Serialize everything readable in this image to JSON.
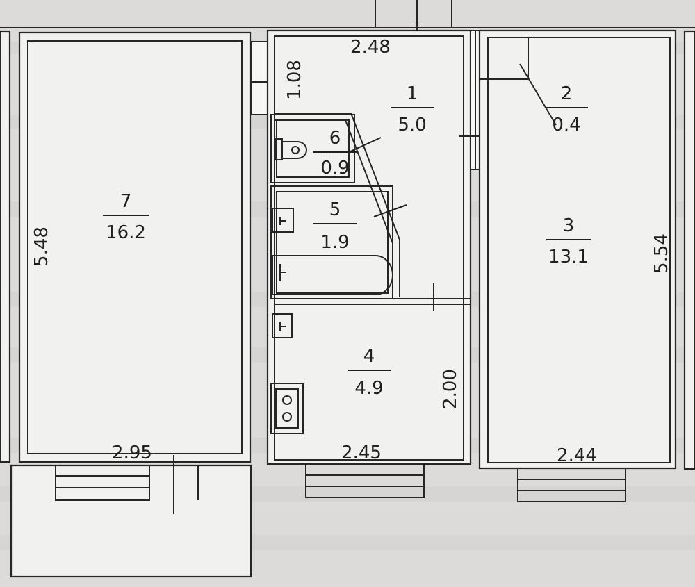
{
  "rooms": [
    {
      "id": "1",
      "area": "5.0"
    },
    {
      "id": "2",
      "area": "0.4"
    },
    {
      "id": "3",
      "area": "13.1"
    },
    {
      "id": "4",
      "area": "4.9"
    },
    {
      "id": "5",
      "area": "1.9"
    },
    {
      "id": "6",
      "area": "0.9"
    },
    {
      "id": "7",
      "area": "16.2"
    }
  ],
  "dimensions": {
    "room7_width": "2.95",
    "room7_length": "5.48",
    "corridor_width": "2.48",
    "corridor_depth": "1.08",
    "kitchen_width": "2.45",
    "kitchen_depth": "2.00",
    "room3_width": "2.44",
    "room3_length": "5.54"
  }
}
